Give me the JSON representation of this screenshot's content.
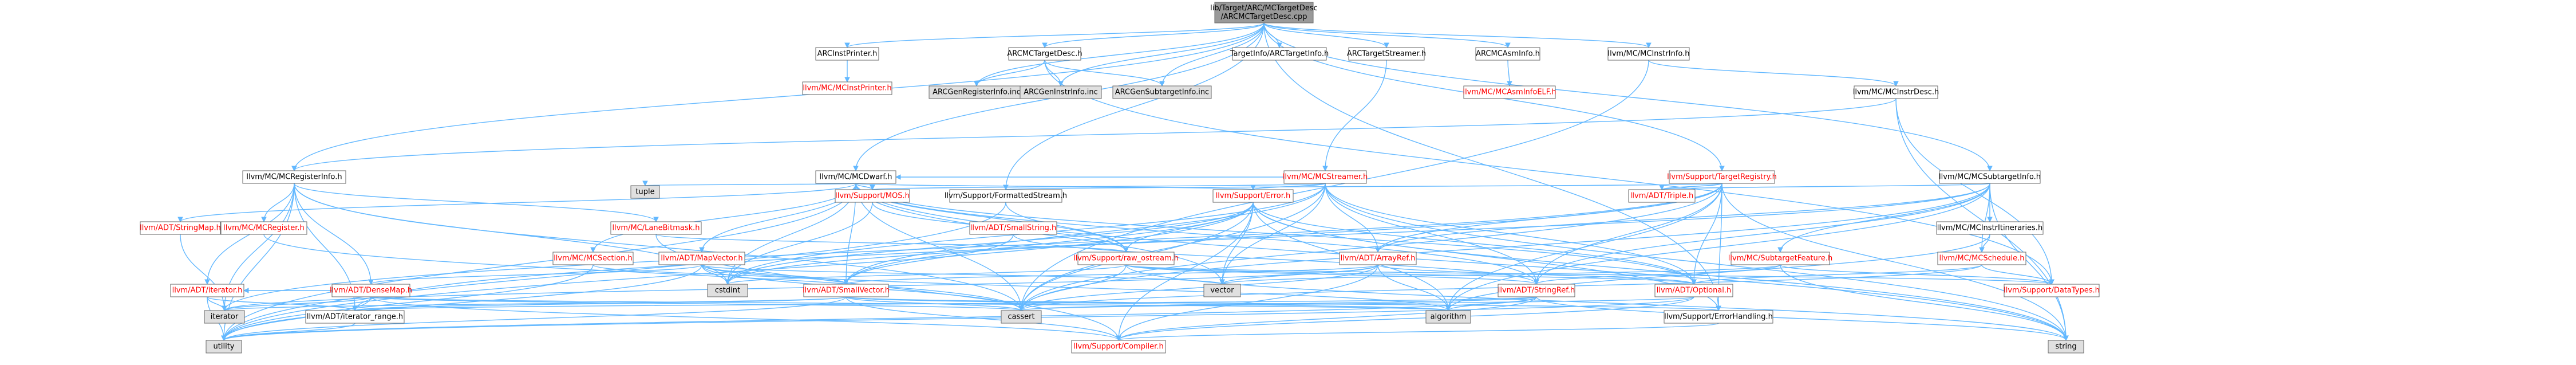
{
  "palette": {
    "edge": "#63b8ff",
    "root_fill": "#999999",
    "normal_fill": "#ffffff",
    "linked_text": "#ff0000",
    "normal_text": "#000000",
    "system_fill": "#e0e0e0",
    "border": "#666666"
  },
  "nodes": [
    {
      "id": "root",
      "lines": [
        "lib/Target/ARC/MCTargetDesc",
        "/ARCMCTargetDesc.cpp"
      ],
      "kind": "root"
    },
    {
      "id": "arcinstprinter",
      "lines": [
        "ARCInstPrinter.h"
      ],
      "kind": "normal"
    },
    {
      "id": "arcmctargetdesc",
      "lines": [
        "ARCMCTargetDesc.h"
      ],
      "kind": "normal"
    },
    {
      "id": "targetinfo",
      "lines": [
        "TargetInfo/ARCTargetInfo.h"
      ],
      "kind": "normal"
    },
    {
      "id": "arctargetstreamer",
      "lines": [
        "ARCTargetStreamer.h"
      ],
      "kind": "normal"
    },
    {
      "id": "arcmcasminfo",
      "lines": [
        "ARCMCAsmInfo.h"
      ],
      "kind": "normal"
    },
    {
      "id": "mcinstrinfo",
      "lines": [
        "llvm/MC/MCInstrInfo.h"
      ],
      "kind": "normal"
    },
    {
      "id": "mcregisterinfo",
      "lines": [
        "llvm/MC/MCRegisterInfo.h"
      ],
      "kind": "normal"
    },
    {
      "id": "mcdwarf",
      "lines": [
        "llvm/MC/MCDwarf.h"
      ],
      "kind": "normal"
    },
    {
      "id": "mcinstprinter",
      "lines": [
        "llvm/MC/MCInstPrinter.h"
      ],
      "kind": "linked"
    },
    {
      "id": "arcgenregisterinfo",
      "lines": [
        "ARCGenRegisterInfo.inc"
      ],
      "kind": "system"
    },
    {
      "id": "arcgeninstrinfo",
      "lines": [
        "ARCGenInstrInfo.inc"
      ],
      "kind": "system"
    },
    {
      "id": "arcgensubtargetinfo",
      "lines": [
        "ARCGenSubtargetInfo.inc"
      ],
      "kind": "system"
    },
    {
      "id": "mcstreamer",
      "lines": [
        "llvm/MC/MCStreamer.h"
      ],
      "kind": "linked"
    },
    {
      "id": "mcasminfoelf",
      "lines": [
        "llvm/MC/MCAsmInfoELF.h"
      ],
      "kind": "linked"
    },
    {
      "id": "mcinstrdesc",
      "lines": [
        "llvm/MC/MCInstrDesc.h"
      ],
      "kind": "normal"
    },
    {
      "id": "targetregistry",
      "lines": [
        "llvm/Support/TargetRegistry.h"
      ],
      "kind": "linked"
    },
    {
      "id": "mcsubtargetinfo",
      "lines": [
        "llvm/MC/MCSubtargetInfo.h"
      ],
      "kind": "normal"
    },
    {
      "id": "tuple",
      "lines": [
        "tuple"
      ],
      "kind": "system"
    },
    {
      "id": "mcregister",
      "lines": [
        "llvm/MC/MCRegister.h"
      ],
      "kind": "linked"
    },
    {
      "id": "lanebitmask",
      "lines": [
        "llvm/MC/LaneBitmask.h"
      ],
      "kind": "linked"
    },
    {
      "id": "mos",
      "lines": [
        "llvm/Support/MOS.h"
      ],
      "kind": "linked"
    },
    {
      "id": "formattedstream",
      "lines": [
        "llvm/Support/FormattedStream.h"
      ],
      "kind": "normal"
    },
    {
      "id": "supporterror",
      "lines": [
        "llvm/Support/Error.h"
      ],
      "kind": "linked"
    },
    {
      "id": "triple",
      "lines": [
        "llvm/ADT/Triple.h"
      ],
      "kind": "linked"
    },
    {
      "id": "mcinstrinineraries",
      "lines": [
        "llvm/MC/MCInstrItineraries.h"
      ],
      "kind": "normal"
    },
    {
      "id": "stringmap",
      "lines": [
        "llvm/ADT/StringMap.h"
      ],
      "kind": "linked"
    },
    {
      "id": "mcsection",
      "lines": [
        "llvm/MC/MCSection.h"
      ],
      "kind": "linked"
    },
    {
      "id": "mapvector",
      "lines": [
        "llvm/ADT/MapVector.h"
      ],
      "kind": "linked"
    },
    {
      "id": "smallstring",
      "lines": [
        "llvm/ADT/SmallString.h"
      ],
      "kind": "linked"
    },
    {
      "id": "rawostream",
      "lines": [
        "llvm/Support/raw_ostream.h"
      ],
      "kind": "linked"
    },
    {
      "id": "arrayref",
      "lines": [
        "llvm/ADT/ArrayRef.h"
      ],
      "kind": "linked"
    },
    {
      "id": "subtargetfeature",
      "lines": [
        "llvm/MC/SubtargetFeature.h"
      ],
      "kind": "linked"
    },
    {
      "id": "mcschedule",
      "lines": [
        "llvm/MC/MCSchedule.h"
      ],
      "kind": "linked"
    },
    {
      "id": "iteratorh",
      "lines": [
        "llvm/ADT/iterator.h"
      ],
      "kind": "linked"
    },
    {
      "id": "densemap",
      "lines": [
        "llvm/ADT/DenseMap.h"
      ],
      "kind": "linked"
    },
    {
      "id": "smallvector",
      "lines": [
        "llvm/ADT/SmallVector.h"
      ],
      "kind": "linked"
    },
    {
      "id": "cstdint",
      "lines": [
        "cstdint"
      ],
      "kind": "system"
    },
    {
      "id": "vector",
      "lines": [
        "vector"
      ],
      "kind": "system"
    },
    {
      "id": "stringref",
      "lines": [
        "llvm/ADT/StringRef.h"
      ],
      "kind": "linked"
    },
    {
      "id": "optional",
      "lines": [
        "llvm/ADT/Optional.h"
      ],
      "kind": "linked"
    },
    {
      "id": "datatypes",
      "lines": [
        "llvm/Support/DataTypes.h"
      ],
      "kind": "linked"
    },
    {
      "id": "iterator",
      "lines": [
        "iterator"
      ],
      "kind": "system"
    },
    {
      "id": "iteratorrange",
      "lines": [
        "llvm/ADT/iterator_range.h"
      ],
      "kind": "normal"
    },
    {
      "id": "cassert",
      "lines": [
        "cassert"
      ],
      "kind": "system"
    },
    {
      "id": "algorithm",
      "lines": [
        "algorithm"
      ],
      "kind": "system"
    },
    {
      "id": "errorhandling",
      "lines": [
        "llvm/Support/ErrorHandling.h"
      ],
      "kind": "normal"
    },
    {
      "id": "utility",
      "lines": [
        "utility"
      ],
      "kind": "system"
    },
    {
      "id": "compiler",
      "lines": [
        "llvm/Support/Compiler.h"
      ],
      "kind": "linked"
    },
    {
      "id": "string",
      "lines": [
        "string"
      ],
      "kind": "system"
    }
  ],
  "edges": [
    [
      "root",
      "arcinstprinter"
    ],
    [
      "root",
      "arcmctargetdesc"
    ],
    [
      "root",
      "targetinfo"
    ],
    [
      "root",
      "arctargetstreamer"
    ],
    [
      "root",
      "arcmcasminfo"
    ],
    [
      "root",
      "mcinstrinfo"
    ],
    [
      "root",
      "mcregisterinfo"
    ],
    [
      "root",
      "mcdwarf"
    ],
    [
      "root",
      "mcsubtargetinfo"
    ],
    [
      "root",
      "targetregistry"
    ],
    [
      "root",
      "errorhandling"
    ],
    [
      "root",
      "formattedstream"
    ],
    [
      "root",
      "arcgenregisterinfo"
    ],
    [
      "root",
      "arcgeninstrinfo"
    ],
    [
      "root",
      "arcgensubtargetinfo"
    ],
    [
      "arcinstprinter",
      "mcinstprinter"
    ],
    [
      "arcmctargetdesc",
      "arcgenregisterinfo"
    ],
    [
      "arcmctargetdesc",
      "arcgeninstrinfo"
    ],
    [
      "arcmctargetdesc",
      "arcgensubtargetinfo"
    ],
    [
      "arcmctargetdesc",
      "datatypes"
    ],
    [
      "arctargetstreamer",
      "mcstreamer"
    ],
    [
      "arcmcasminfo",
      "mcasminfoelf"
    ],
    [
      "mcinstrinfo",
      "mcinstrdesc"
    ],
    [
      "mcinstrinfo",
      "cassert"
    ],
    [
      "mcinstrdesc",
      "mcregisterinfo"
    ],
    [
      "mcinstrdesc",
      "datatypes"
    ],
    [
      "mcinstrdesc",
      "string"
    ],
    [
      "mcregisterinfo",
      "iteratorh"
    ],
    [
      "mcregisterinfo",
      "iteratorrange"
    ],
    [
      "mcregisterinfo",
      "lanebitmask"
    ],
    [
      "mcregisterinfo",
      "mcregister"
    ],
    [
      "mcregisterinfo",
      "cassert"
    ],
    [
      "mcregisterinfo",
      "cstdint"
    ],
    [
      "mcregisterinfo",
      "iterator"
    ],
    [
      "mcregisterinfo",
      "utility"
    ],
    [
      "mcregisterinfo",
      "densemap"
    ],
    [
      "mcdwarf",
      "mapvector"
    ],
    [
      "mcdwarf",
      "optional"
    ],
    [
      "mcdwarf",
      "smallvector"
    ],
    [
      "mcdwarf",
      "stringmap"
    ],
    [
      "mcdwarf",
      "stringref"
    ],
    [
      "mcdwarf",
      "mcsection"
    ],
    [
      "mcdwarf",
      "supporterror"
    ],
    [
      "mcdwarf",
      "mos"
    ],
    [
      "mcdwarf",
      "rawostream"
    ],
    [
      "mcdwarf",
      "cassert"
    ],
    [
      "mcdwarf",
      "cstdint"
    ],
    [
      "mcdwarf",
      "string"
    ],
    [
      "mcdwarf",
      "tuple"
    ],
    [
      "mcdwarf",
      "utility"
    ],
    [
      "mcdwarf",
      "vector"
    ],
    [
      "mcstreamer",
      "arrayref"
    ],
    [
      "mcstreamer",
      "smallvector"
    ],
    [
      "mcstreamer",
      "stringref"
    ],
    [
      "mcstreamer",
      "mcdwarf"
    ],
    [
      "mcstreamer",
      "supporterror"
    ],
    [
      "mcstreamer",
      "mos"
    ],
    [
      "mcstreamer",
      "cassert"
    ],
    [
      "mcstreamer",
      "cstdint"
    ],
    [
      "mcstreamer",
      "vector"
    ],
    [
      "mcstreamer",
      "string"
    ],
    [
      "mcstreamer",
      "optional"
    ],
    [
      "targetregistry",
      "triple"
    ],
    [
      "targetregistry",
      "formattedstream"
    ],
    [
      "targetregistry",
      "iteratorrange"
    ],
    [
      "targetregistry",
      "optional"
    ],
    [
      "targetregistry",
      "stringref"
    ],
    [
      "targetregistry",
      "errorhandling"
    ],
    [
      "targetregistry",
      "algorithm"
    ],
    [
      "targetregistry",
      "cassert"
    ],
    [
      "targetregistry",
      "cstddef"
    ],
    [
      "targetregistry",
      "iterator"
    ],
    [
      "targetregistry",
      "string"
    ],
    [
      "targetregistry",
      "arrayref"
    ],
    [
      "mcsubtargetinfo",
      "arrayref"
    ],
    [
      "mcsubtargetinfo",
      "stringref"
    ],
    [
      "mcsubtargetinfo",
      "triple"
    ],
    [
      "mcsubtargetinfo",
      "mcinstrinineraries"
    ],
    [
      "mcsubtargetinfo",
      "mcschedule"
    ],
    [
      "mcsubtargetinfo",
      "subtargetfeature"
    ],
    [
      "mcsubtargetinfo",
      "algorithm"
    ],
    [
      "mcsubtargetinfo",
      "cassert"
    ],
    [
      "mcsubtargetinfo",
      "cstdint"
    ],
    [
      "mcsubtargetinfo",
      "string"
    ],
    [
      "mcinstrinineraries",
      "mcschedule"
    ],
    [
      "mcinstrinineraries",
      "algorithm"
    ],
    [
      "mcschedule",
      "optional"
    ],
    [
      "mcschedule",
      "datatypes"
    ],
    [
      "mcschedule",
      "cassert"
    ],
    [
      "subtargetfeature",
      "stringref"
    ],
    [
      "subtargetfeature",
      "datatypes"
    ],
    [
      "subtargetfeature",
      "vector"
    ],
    [
      "subtargetfeature",
      "string"
    ],
    [
      "formattedstream",
      "rawostream"
    ],
    [
      "formattedstream",
      "utility"
    ],
    [
      "supporterror",
      "smallvector"
    ],
    [
      "supporterror",
      "errorhandling"
    ],
    [
      "supporterror",
      "rawostream"
    ],
    [
      "supporterror",
      "algorithm"
    ],
    [
      "supporterror",
      "cassert"
    ],
    [
      "supporterror",
      "cstdint"
    ],
    [
      "supporterror",
      "string"
    ],
    [
      "supporterror",
      "utility"
    ],
    [
      "supporterror",
      "vector"
    ],
    [
      "supporterror",
      "optional"
    ],
    [
      "supporterror",
      "compiler"
    ],
    [
      "smallstring",
      "smallvector"
    ],
    [
      "smallstring",
      "stringref"
    ],
    [
      "rawostream",
      "stringref"
    ],
    [
      "rawostream",
      "datatypes"
    ],
    [
      "rawostream",
      "cassert"
    ],
    [
      "rawostream",
      "cstdint"
    ],
    [
      "rawostream",
      "string"
    ],
    [
      "rawostream",
      "optional"
    ],
    [
      "arrayref",
      "smallvector"
    ],
    [
      "arrayref",
      "compiler"
    ],
    [
      "arrayref",
      "algorithm"
    ],
    [
      "arrayref",
      "cassert"
    ],
    [
      "arrayref",
      "iterator"
    ],
    [
      "arrayref",
      "vector"
    ],
    [
      "arrayref",
      "optional"
    ],
    [
      "stringmap",
      "iterator"
    ],
    [
      "mcsection",
      "smallvector"
    ],
    [
      "mcsection",
      "utility"
    ],
    [
      "mapvector",
      "densemap"
    ],
    [
      "mapvector",
      "smallvector"
    ],
    [
      "mapvector",
      "algorithm"
    ],
    [
      "mapvector",
      "cassert"
    ],
    [
      "mapvector",
      "cstdint"
    ],
    [
      "mapvector",
      "utility"
    ],
    [
      "mapvector",
      "vector"
    ],
    [
      "lanebitmask",
      "compiler"
    ],
    [
      "lanebitmask",
      "rawostream"
    ],
    [
      "mcregister",
      "cassert"
    ],
    [
      "iteratorh",
      "iteratorrange"
    ],
    [
      "iteratorh",
      "iterator"
    ],
    [
      "iteratorh",
      "utility"
    ],
    [
      "densemap",
      "iteratorh"
    ],
    [
      "densemap",
      "algorithm"
    ],
    [
      "densemap",
      "cassert"
    ],
    [
      "densemap",
      "iterator"
    ],
    [
      "densemap",
      "utility"
    ],
    [
      "densemap",
      "compiler"
    ],
    [
      "smallvector",
      "iteratorrange"
    ],
    [
      "smallvector",
      "compiler"
    ],
    [
      "smallvector",
      "errorhandling"
    ],
    [
      "smallvector",
      "algorithm"
    ],
    [
      "smallvector",
      "cassert"
    ],
    [
      "smallvector",
      "iterator"
    ],
    [
      "smallvector",
      "utility"
    ],
    [
      "stringref",
      "iteratorrange"
    ],
    [
      "stringref",
      "compiler"
    ],
    [
      "stringref",
      "algorithm"
    ],
    [
      "stringref",
      "cassert"
    ],
    [
      "stringref",
      "string"
    ],
    [
      "stringref",
      "utility"
    ],
    [
      "optional",
      "compiler"
    ],
    [
      "optional",
      "cassert"
    ],
    [
      "optional",
      "utility"
    ],
    [
      "iteratorrange",
      "utility"
    ],
    [
      "errorhandling",
      "compiler"
    ],
    [
      "mos",
      "cstdint"
    ],
    [
      "mos",
      "rawostream"
    ]
  ]
}
